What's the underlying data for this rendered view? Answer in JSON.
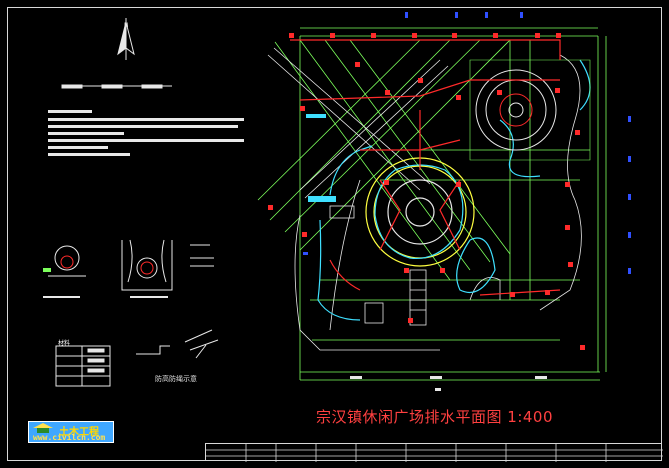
{
  "drawing": {
    "title": "宗汉镇休闲广场排水平面图 1:400",
    "legend_caption": "防高防绳示意",
    "material_table_label": "材料"
  },
  "logo": {
    "name": "土木工程",
    "url": "www.civilcn.com"
  },
  "colors": {
    "background": "#000000",
    "frame": "#d8d8d8",
    "title": "#ff4040",
    "drain_red": "#ff2a2a",
    "grid_green": "#7cff5c",
    "plaza_yellow": "#ffff40",
    "water_cyan": "#3fe0ff",
    "path_white": "#e8e8e8",
    "dim_blue": "#3050ff",
    "logo_bg": "#3fa7ff"
  },
  "icons": {
    "north_arrow": "north-arrow-icon",
    "logo_house": "house-icon"
  }
}
